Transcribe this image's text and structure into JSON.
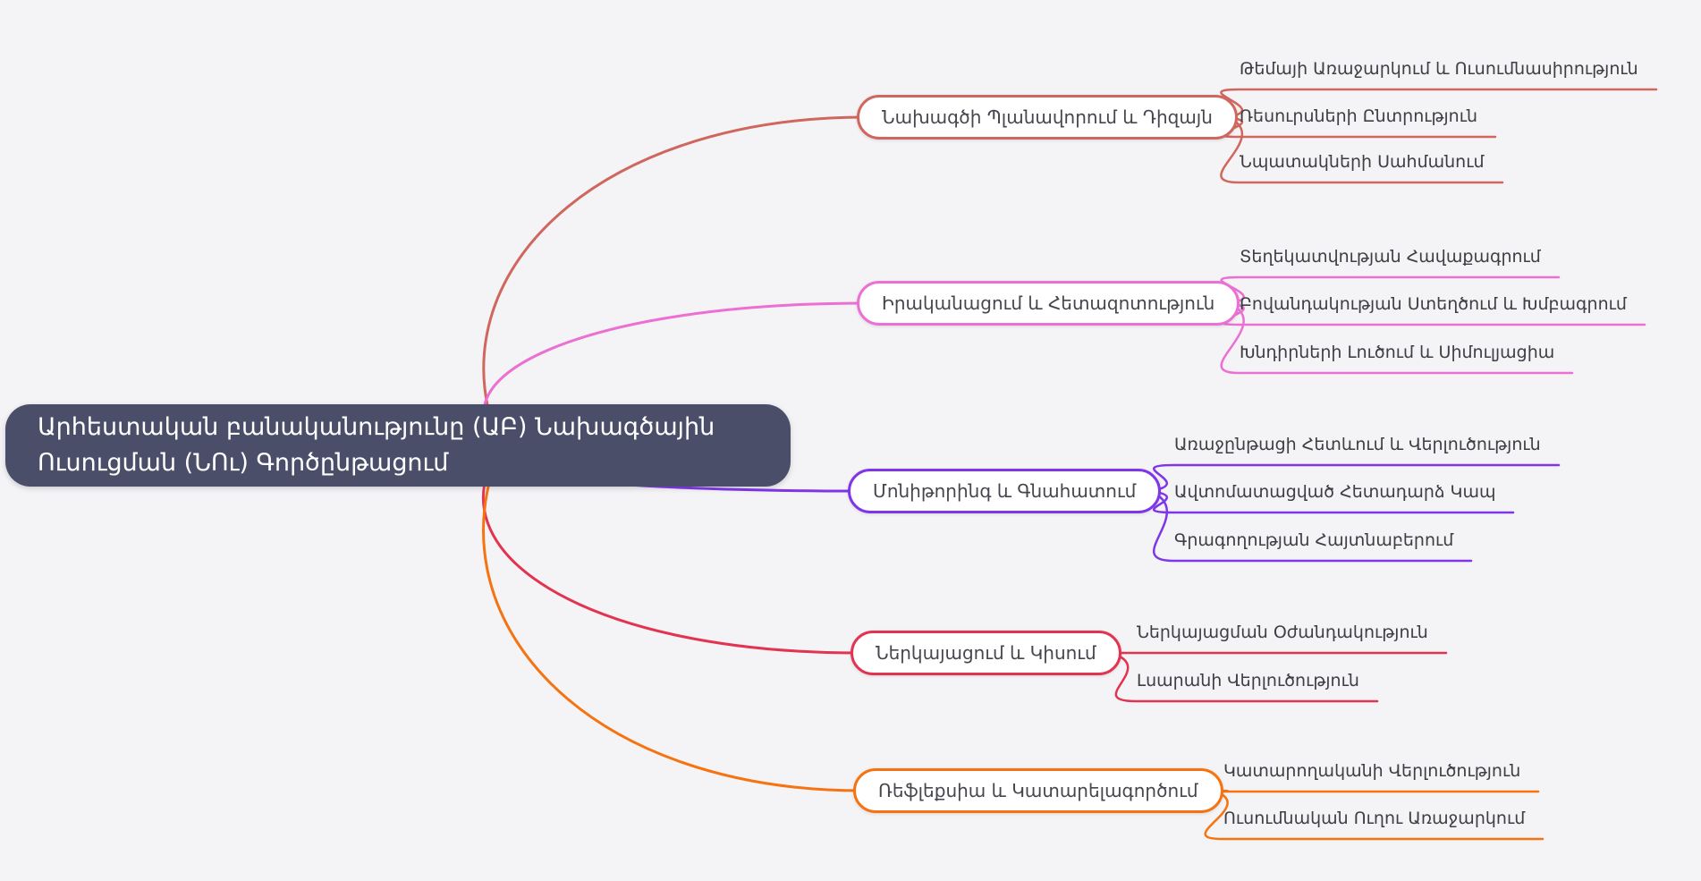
{
  "canvas": {
    "background": "#f4f3f5"
  },
  "root": {
    "label": "Արհեստական բանականությունը (ԱԲ) Նախագծային Ուսուցման (ՆՈւ) Գործընթացում",
    "fill": "#4a4e69",
    "text_color": "#ffffff"
  },
  "branches": [
    {
      "label": "Նախագծի Պլանավորում և Դիզայն",
      "color": "#cf675e",
      "children": [
        "Թեմայի Առաջարկում և Ուսումնասիրություն",
        "Ռեսուրսների Ընտրություն",
        "Նպատակների Սահմանում"
      ]
    },
    {
      "label": "Իրականացում և Հետազոտություն",
      "color": "#ec6fd4",
      "children": [
        "Տեղեկատվության Հավաքագրում",
        "Բովանդակության Ստեղծում և Խմբագրում",
        "Խնդիրների Լուծում և Սիմուլյացիա"
      ]
    },
    {
      "label": "Մոնիթորինգ և Գնահատում",
      "color": "#7f35e8",
      "children": [
        "Առաջընթացի Հետևում և Վերլուծություն",
        "Ավտոմատացված Հետադարձ Կապ",
        "Գրագողության Հայտնաբերում"
      ]
    },
    {
      "label": "Ներկայացում և Կիսում",
      "color": "#e23351",
      "children": [
        "Ներկայացման Օժանդակություն",
        "Լսարանի Վերլուծություն"
      ]
    },
    {
      "label": "Ռեֆլեքսիա և Կատարելագործում",
      "color": "#f67311",
      "children": [
        "Կատարողականի Վերլուծություն",
        "Ուսումնական Ուղու Առաջարկում"
      ]
    }
  ]
}
